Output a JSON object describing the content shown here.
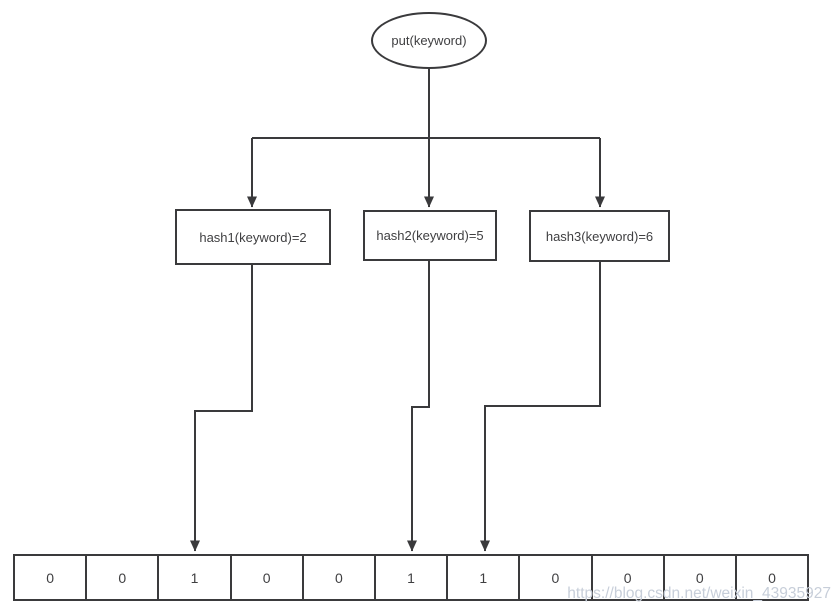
{
  "diagram": {
    "title_node": "put(keyword)",
    "hash_nodes": [
      {
        "label": "hash1(keyword)=2",
        "target_index": 2
      },
      {
        "label": "hash2(keyword)=5",
        "target_index": 5
      },
      {
        "label": "hash3(keyword)=6",
        "target_index": 6
      }
    ],
    "bit_array": {
      "cells": [
        "0",
        "0",
        "1",
        "0",
        "0",
        "1",
        "1",
        "0",
        "0",
        "0",
        "0"
      ]
    },
    "watermark": "https://blog.csdn.net/weixin_43935927",
    "colors": {
      "line": "#3a3a3c",
      "text": "#3f3f41",
      "watermark": "#c7ced9",
      "background": "#ffffff"
    }
  }
}
